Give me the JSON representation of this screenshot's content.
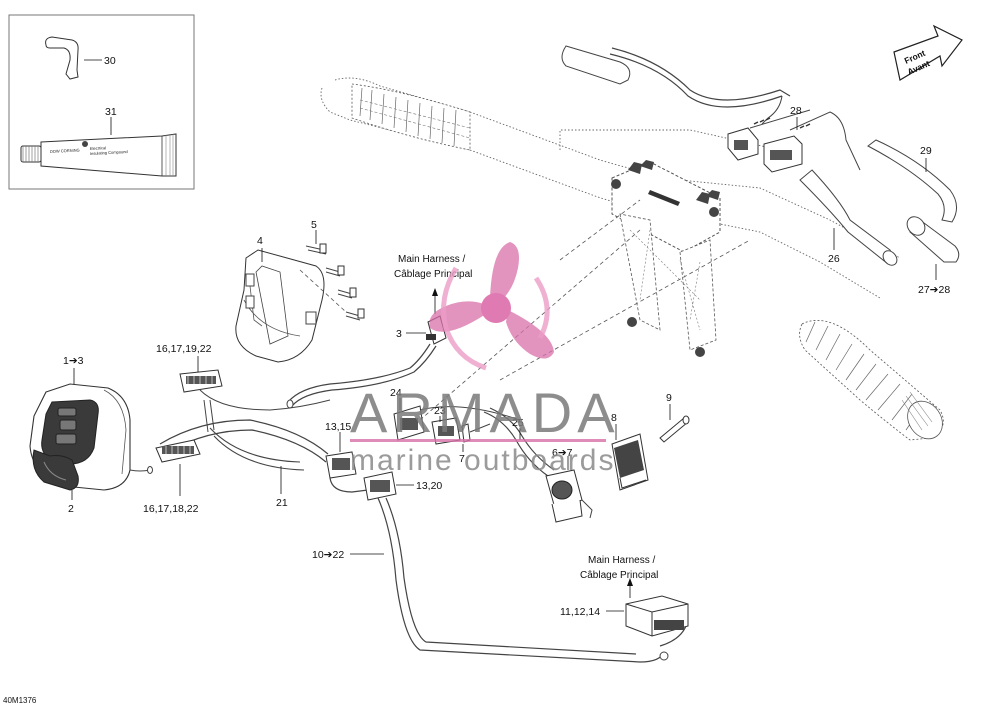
{
  "drawing_code": "40M1376",
  "direction_label": {
    "line1": "Front",
    "line2": "Avant"
  },
  "watermark": {
    "title": "ARMADA",
    "subtitle": "marine outboards",
    "color_pink": "#d86fa8",
    "color_pink_light": "#ec9cc6",
    "color_gray": "#7a7a7a"
  },
  "notes": {
    "main_harness_top": {
      "line1": "Main Harness /",
      "line2": "Câblage Principal"
    },
    "main_harness_bottom": {
      "line1": "Main Harness /",
      "line2": "Câblage Principal"
    }
  },
  "tube_labels": {
    "brand": "DOW CORNING",
    "line1": "Electrical",
    "line2": "Insulating Compound"
  },
  "callouts": {
    "c30": "30",
    "c31": "31",
    "c4": "4",
    "c5": "5",
    "c3": "3",
    "c1to3": "1➔3",
    "c2": "2",
    "c16_17_19_22": "16,17,19,22",
    "c16_17_18_22": "16,17,18,22",
    "c21": "21",
    "c24": "24",
    "c23": "23",
    "c13_15": "13,15",
    "c13_20": "13,20",
    "c7": "7",
    "c25": "25",
    "c6to7": "6➔7",
    "c8": "8",
    "c9": "9",
    "c10to22": "10➔22",
    "c11_12_14": "11,12,14",
    "c28": "28",
    "c29": "29",
    "c26": "26",
    "c27to28": "27➔28"
  }
}
